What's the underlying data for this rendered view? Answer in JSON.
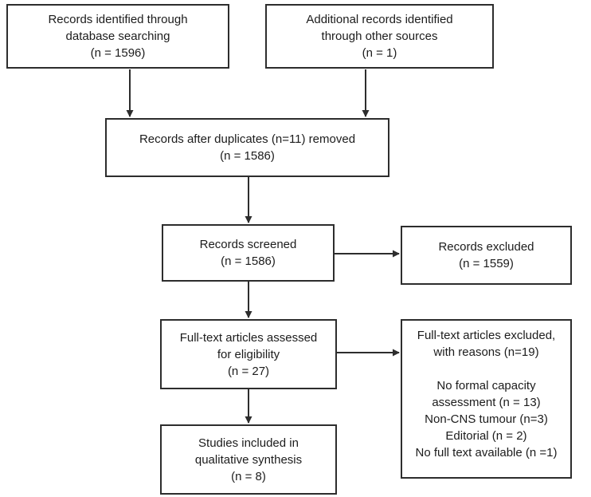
{
  "colors": {
    "line": "#2d2d2d",
    "text": "#1c1c1c",
    "background": "#ffffff"
  },
  "boxes": {
    "identified": {
      "lines": [
        "Records identified through",
        "database searching",
        "(n = 1596)"
      ]
    },
    "additional": {
      "lines": [
        "Additional records identified",
        "through other sources",
        "(n = 1)"
      ]
    },
    "deduplicated": {
      "lines": [
        "Records after duplicates (n=11) removed",
        "(n = 1586)"
      ]
    },
    "screened": {
      "lines": [
        "Records screened",
        "(n = 1586)"
      ]
    },
    "records_excluded": {
      "lines": [
        "Records excluded",
        "(n = 1559)"
      ]
    },
    "fulltext_assessed": {
      "lines": [
        "Full-text articles assessed",
        "for eligibility",
        "(n = 27)"
      ]
    },
    "fulltext_excluded": {
      "header_lines": [
        "Full-text articles excluded,",
        "with reasons (n=19)"
      ],
      "reason_lines": [
        "No formal capacity",
        "assessment (n = 13)",
        "Non-CNS tumour (n=3)",
        "Editorial (n = 2)",
        "No full text available (n =1)"
      ]
    },
    "included": {
      "lines": [
        "Studies included in",
        "qualitative synthesis",
        "(n = 8)"
      ]
    }
  }
}
